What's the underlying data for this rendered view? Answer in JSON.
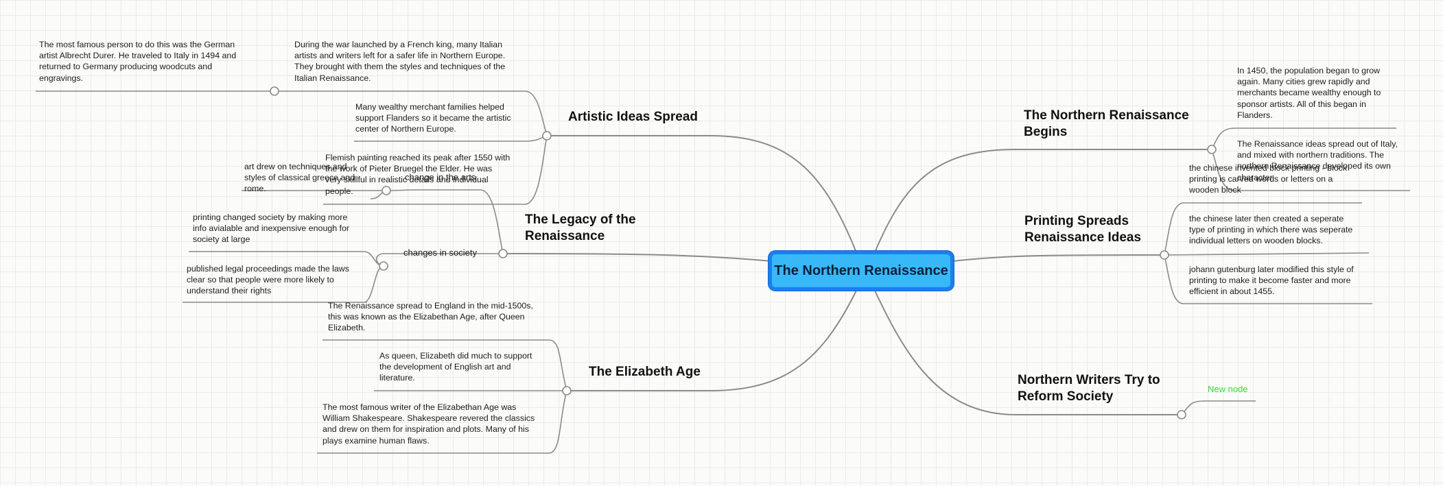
{
  "root": {
    "label": "The Northern Renaissance"
  },
  "branches": {
    "artistic": "Artistic Ideas Spread",
    "legacy": [
      "The Legacy of the",
      "Renaissance"
    ],
    "elizabeth": "The Elizabeth Age",
    "northern": [
      "The Northern Renaissance",
      "Begins"
    ],
    "printing": [
      "Printing Spreads",
      "Renaissance Ideas"
    ],
    "writers": [
      "Northern Writers Try to",
      "Reform Society"
    ]
  },
  "artistic_notes": {
    "durer": [
      "The most famous person to do this was the German",
      "artist Albrecht Durer. He traveled to Italy in 1494 and",
      "returned to Germany producing woodcuts and",
      "engravings."
    ],
    "war": [
      "During the war launched by a French king, many Italian",
      "artists and writers left for a safer life in Northern Europe.",
      "They brought with them the styles and techniques of the",
      "Italian Renaissance."
    ],
    "flanders": [
      "Many wealthy merchant families helped",
      "support Flanders so it became the artistic",
      "center of Northern Europe."
    ],
    "bruegel": [
      "Flemish painting reached its peak after 1550 with",
      "the work of Pieter Bruegel the Elder. He was",
      "very skillful in realistic details and individual",
      "people."
    ]
  },
  "legacy_notes": {
    "arts_label": "change in the arts",
    "classical": [
      "art drew on techniques and",
      "styles of classical greece and",
      "rome."
    ],
    "society_label": "changes in society",
    "printing_changed": [
      "printing changed society by making more",
      "info avialable and inexpensive enough for",
      "society at large"
    ],
    "legal": [
      "published legal proceedings made the laws",
      "clear so that people were more likely to",
      "understand their rights"
    ]
  },
  "elizabeth_notes": {
    "england": [
      "The Renaissance spread to England in the mid-1500s,",
      "this was known as the Elizabethan Age, after Queen",
      "Elizabeth."
    ],
    "queen": [
      "As queen, Elizabeth did much to support",
      "the development of English art and",
      "literature."
    ],
    "shakespeare": [
      "The most famous writer of the Elizabethan Age was",
      "William Shakespeare. Shakespeare revered the classics",
      "and drew on them for inspiration and plots. Many of his",
      "plays examine human flaws."
    ]
  },
  "northern_notes": {
    "population": [
      "In 1450, the population began to grow",
      "again. Many cities grew rapidly and",
      "merchants became wealthy enough to",
      "sponsor artists. All of this began in",
      "Flanders."
    ],
    "spread": [
      "The Renaissance ideas spread out of Italy,",
      "and mixed with northern traditions. The",
      "northern Renaissance developed its own",
      "character"
    ]
  },
  "printing_notes": {
    "block": [
      "the chinese invented block printing - block",
      "printing is carved words or letters on a",
      "wooden block"
    ],
    "separate": [
      "the chinese later then created a seperate",
      "type of printing in which there was seperate",
      "individual letters on wooden blocks."
    ],
    "gutenburg": [
      "johann gutenburg later modified this style of",
      "printing to make it become faster and more",
      "efficient in about 1455."
    ]
  },
  "writers_notes": {
    "new_node": "New node"
  }
}
